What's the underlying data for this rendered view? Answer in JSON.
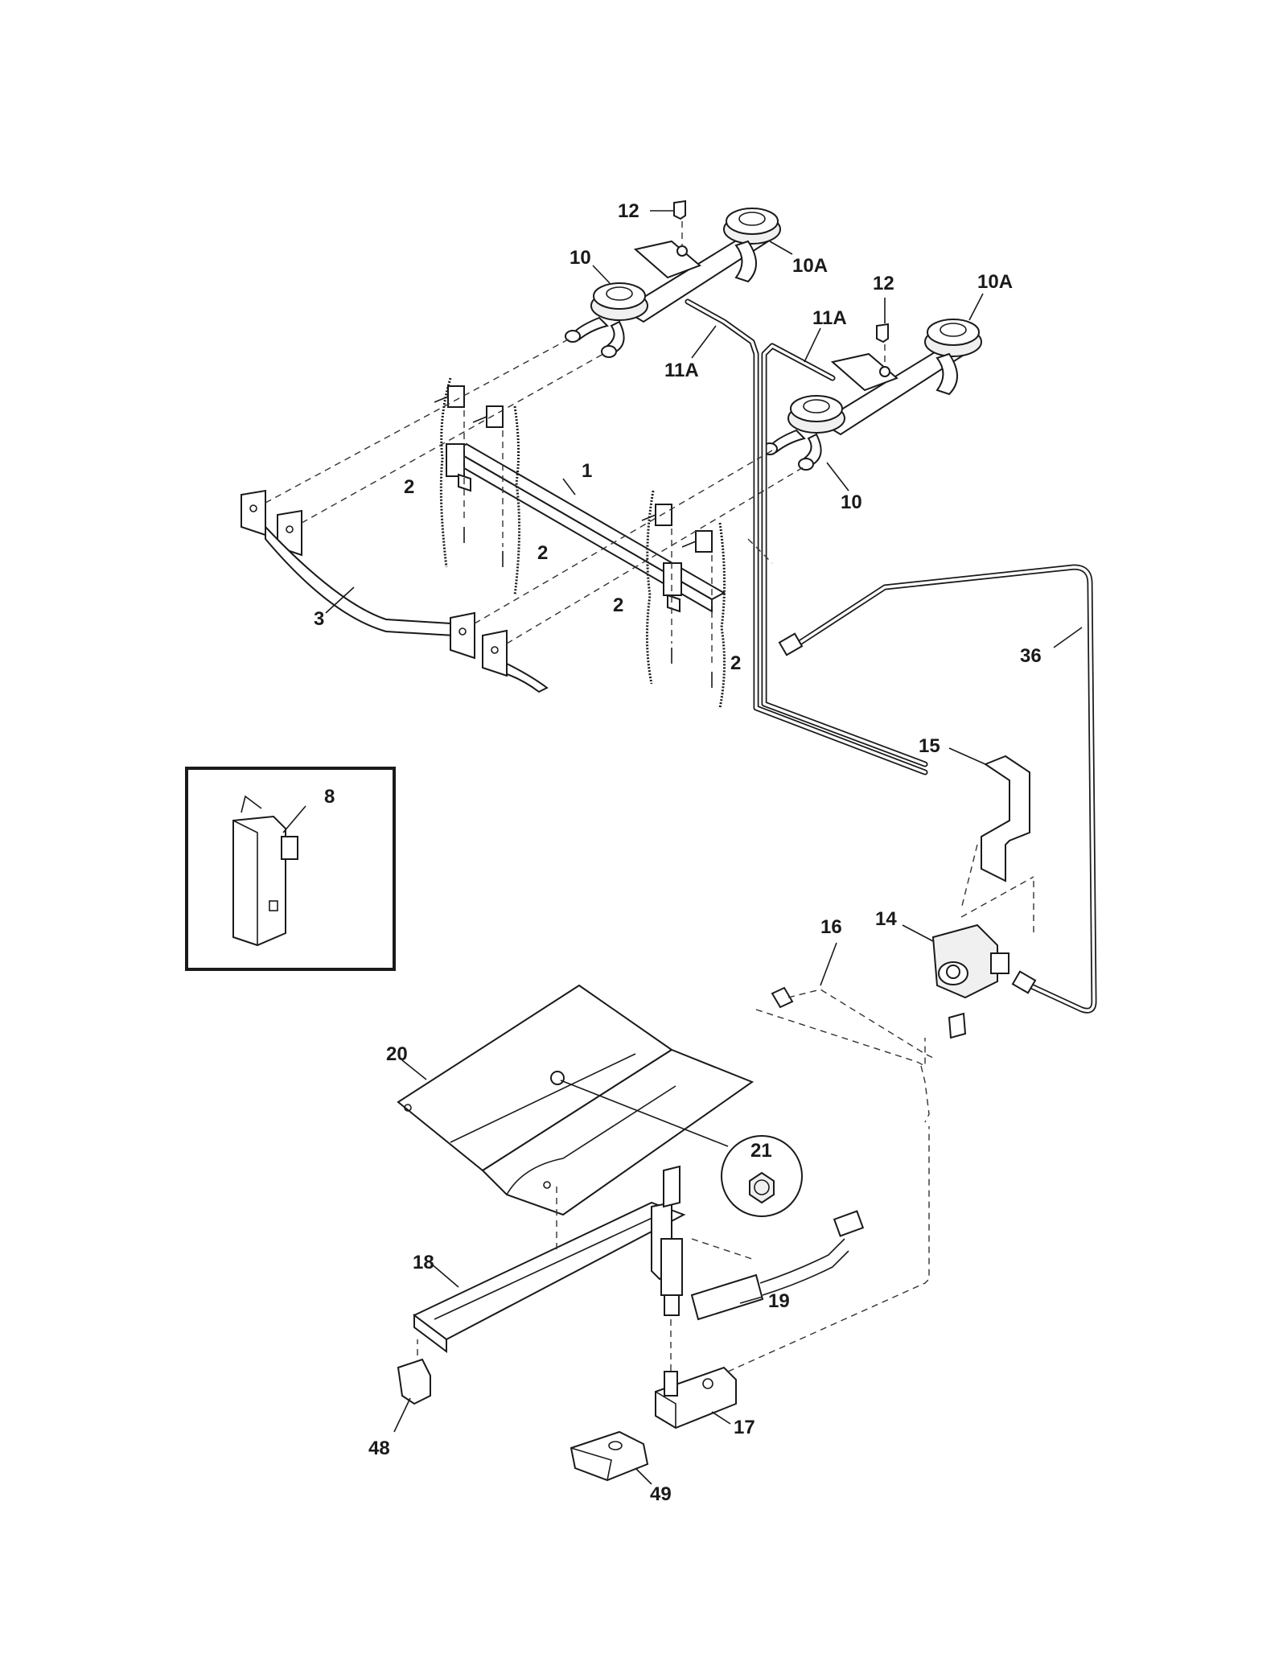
{
  "callouts": {
    "c12a": "12",
    "c10a": "10",
    "c10Aa": "10A",
    "c12b": "12",
    "c10Ab": "10A",
    "c11Aa": "11A",
    "c11Ab": "11A",
    "c1": "1",
    "c2a": "2",
    "c2b": "2",
    "c10b": "10",
    "c3": "3",
    "c2c": "2",
    "c2d": "2",
    "c36": "36",
    "c15": "15",
    "c8": "8",
    "c16": "16",
    "c14": "14",
    "c20": "20",
    "c21": "21",
    "c18": "18",
    "c19": "19",
    "c17": "17",
    "c48": "48",
    "c49": "49"
  }
}
